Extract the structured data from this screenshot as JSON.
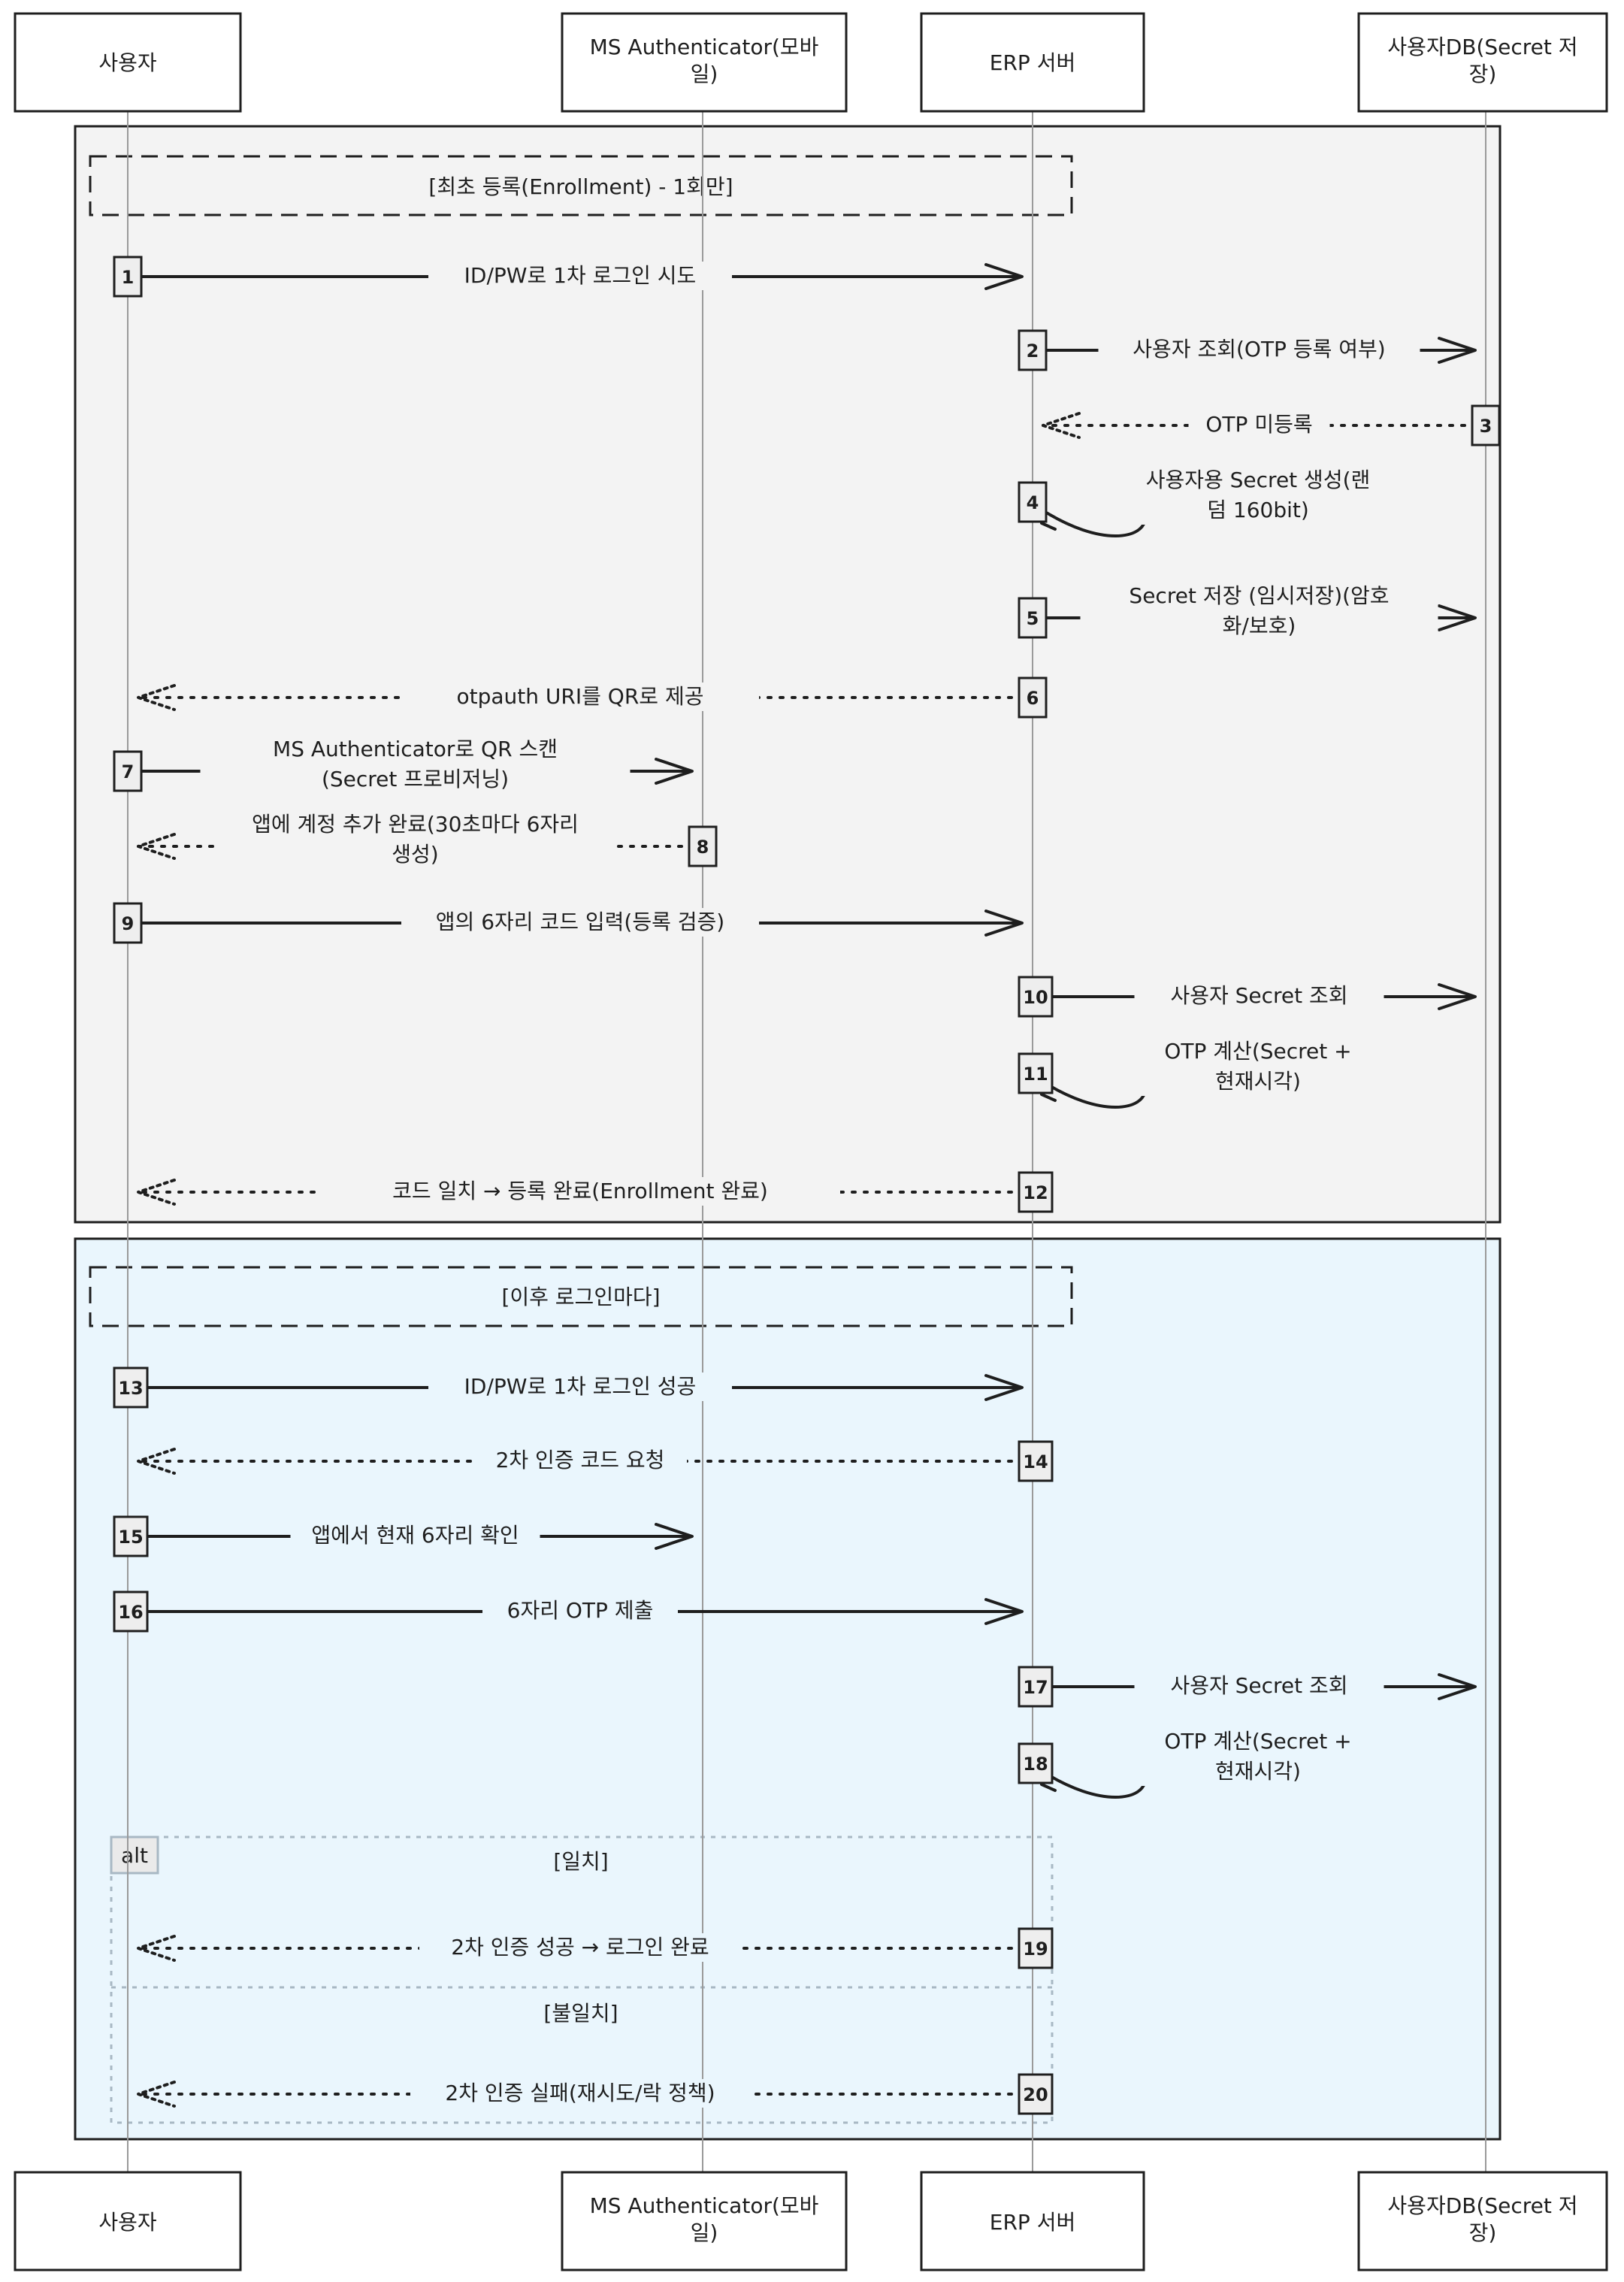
{
  "actors": [
    {
      "id": "user",
      "label": "사용자"
    },
    {
      "id": "msauth",
      "label": "MS Authenticator(모바\n일)"
    },
    {
      "id": "erp",
      "label": "ERP 서버"
    },
    {
      "id": "db",
      "label": "사용자DB(Secret 저\n장)"
    }
  ],
  "sections": [
    {
      "id": "enroll",
      "label": "[최초 등록(Enrollment) - 1회만]",
      "bg": "#f3f3f3"
    },
    {
      "id": "login",
      "label": "[이후 로그인마다]",
      "bg": "#eaf6fd"
    }
  ],
  "alt": {
    "tag": "alt",
    "case1": "[일치]",
    "case2": "[불일치]"
  },
  "messages": [
    {
      "n": "1",
      "text": "ID/PW로 1차 로그인 시도",
      "text2": "",
      "from": "user",
      "to": "erp",
      "style": "solid"
    },
    {
      "n": "2",
      "text": "사용자 조회(OTP 등록 여부)",
      "text2": "",
      "from": "erp",
      "to": "db",
      "style": "solid"
    },
    {
      "n": "3",
      "text": "OTP 미등록",
      "text2": "",
      "from": "db",
      "to": "erp",
      "style": "dotted"
    },
    {
      "n": "4",
      "text": "사용자용 Secret 생성(랜",
      "text2": "덤 160bit)",
      "from": "erp",
      "to": "erp",
      "style": "self"
    },
    {
      "n": "5",
      "text": "Secret 저장 (임시저장)(암호",
      "text2": "화/보호)",
      "from": "erp",
      "to": "db",
      "style": "solid"
    },
    {
      "n": "6",
      "text": "otpauth URI를 QR로 제공",
      "text2": "",
      "from": "erp",
      "to": "user",
      "style": "dotted"
    },
    {
      "n": "7",
      "text": "MS Authenticator로 QR 스캔",
      "text2": "(Secret 프로비저닝)",
      "from": "user",
      "to": "msauth",
      "style": "solid"
    },
    {
      "n": "8",
      "text": "앱에 계정 추가 완료(30초마다 6자리",
      "text2": "생성)",
      "from": "msauth",
      "to": "user",
      "style": "dotted"
    },
    {
      "n": "9",
      "text": "앱의 6자리 코드 입력(등록 검증)",
      "text2": "",
      "from": "user",
      "to": "erp",
      "style": "solid"
    },
    {
      "n": "10",
      "text": "사용자 Secret 조회",
      "text2": "",
      "from": "erp",
      "to": "db",
      "style": "solid"
    },
    {
      "n": "11",
      "text": "OTP 계산(Secret +",
      "text2": "현재시각)",
      "from": "erp",
      "to": "erp",
      "style": "self"
    },
    {
      "n": "12",
      "text": "코드 일치 → 등록 완료(Enrollment 완료)",
      "text2": "",
      "from": "erp",
      "to": "user",
      "style": "dotted"
    },
    {
      "n": "13",
      "text": "ID/PW로 1차 로그인 성공",
      "text2": "",
      "from": "user",
      "to": "erp",
      "style": "solid"
    },
    {
      "n": "14",
      "text": "2차 인증 코드 요청",
      "text2": "",
      "from": "erp",
      "to": "user",
      "style": "dotted"
    },
    {
      "n": "15",
      "text": "앱에서 현재 6자리 확인",
      "text2": "",
      "from": "user",
      "to": "msauth",
      "style": "solid"
    },
    {
      "n": "16",
      "text": "6자리 OTP 제출",
      "text2": "",
      "from": "user",
      "to": "erp",
      "style": "solid"
    },
    {
      "n": "17",
      "text": "사용자 Secret 조회",
      "text2": "",
      "from": "erp",
      "to": "db",
      "style": "solid"
    },
    {
      "n": "18",
      "text": "OTP 계산(Secret +",
      "text2": "현재시각)",
      "from": "erp",
      "to": "erp",
      "style": "self"
    },
    {
      "n": "19",
      "text": "2차 인증 성공 → 로그인 완료",
      "text2": "",
      "from": "erp",
      "to": "user",
      "style": "dotted"
    },
    {
      "n": "20",
      "text": "2차 인증 실패(재시도/락 정책)",
      "text2": "",
      "from": "erp",
      "to": "user",
      "style": "dotted"
    }
  ]
}
